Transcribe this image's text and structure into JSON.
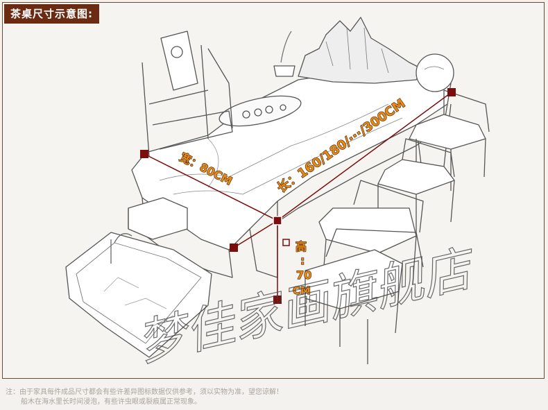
{
  "title": "茶桌尺寸示意图:",
  "dimensions": {
    "width_label": "宽：80CM",
    "length_label": "长：160/180/···/300CM",
    "height_char": "高",
    "height_colon": ":",
    "height_value": "70",
    "height_unit": "CM"
  },
  "watermark": "梦佳家画旗舰店",
  "notes": {
    "line1": "注：由于家具每件成品尺寸都会有些许差异图标数据仅供参考，须以实物为准，望您谅解！",
    "line2": "船木在海水里长时间浸泡，有些许虫眼或裂痕属正常现象。"
  },
  "colors": {
    "accent": "#6b2a12",
    "dimension_line": "#7b0d0d",
    "label_fill": "#e88a14"
  }
}
